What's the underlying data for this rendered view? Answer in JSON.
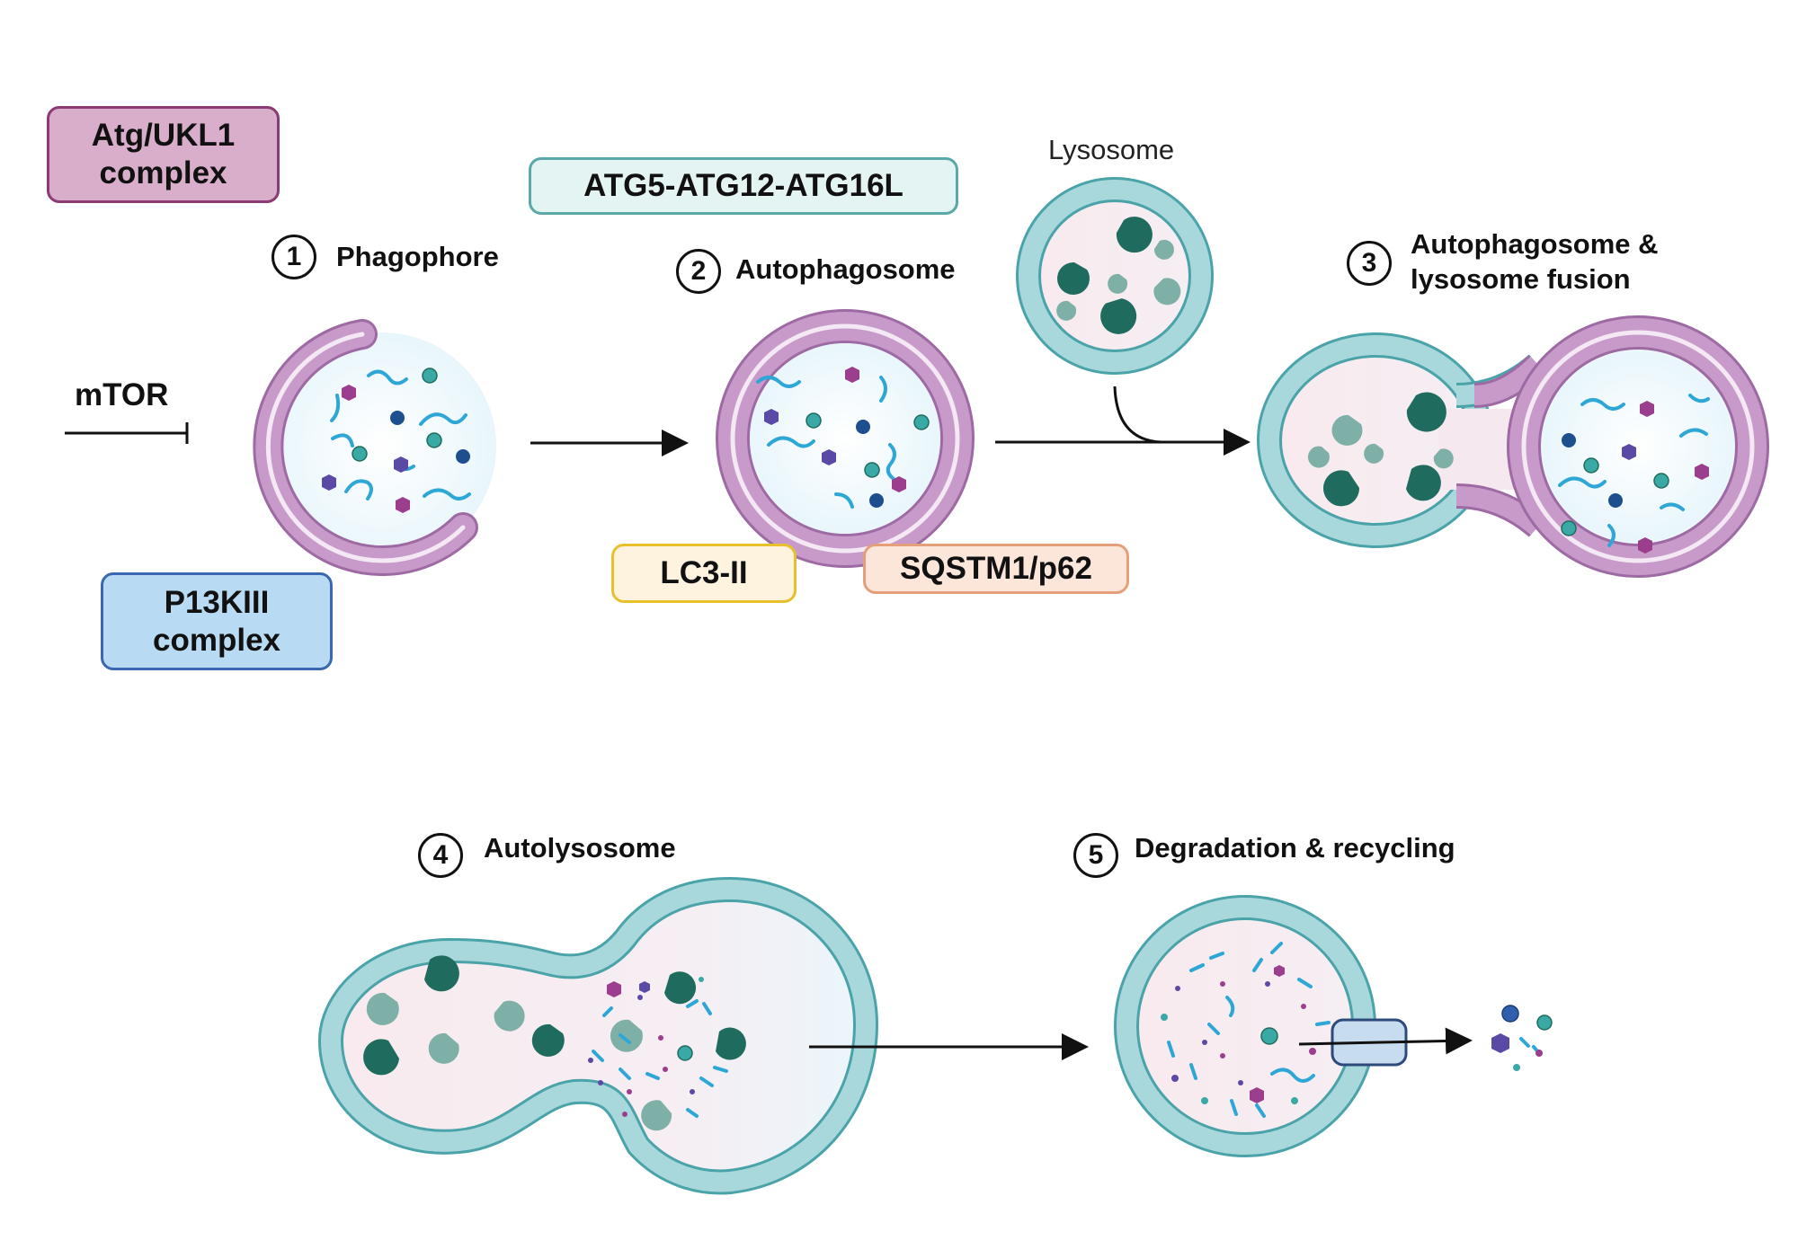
{
  "complexes": {
    "atg_ukl1": "Atg/UKL1\ncomplex",
    "atg5_atg12_atg16l": "ATG5-ATG12-ATG16L",
    "pi3kiii": "P13KIII\ncomplex",
    "lc3_ii": "LC3-II",
    "sqstm1_p62": "SQSTM1/p62"
  },
  "inhibitor": {
    "label": "mTOR"
  },
  "lysosome": {
    "label": "Lysosome"
  },
  "steps": [
    {
      "number": "1",
      "label": "Phagophore"
    },
    {
      "number": "2",
      "label": "Autophagosome"
    },
    {
      "number": "3",
      "label": "Autophagosome &\nlysosome fusion"
    },
    {
      "number": "4",
      "label": "Autolysosome"
    },
    {
      "number": "5",
      "label": "Degradation & recycling"
    }
  ],
  "colors": {
    "membrane_purple": "#c79ac9",
    "membrane_purple_dark": "#9d6aa3",
    "lysosome_teal": "#a8d8dc",
    "lysosome_teal_dark": "#4aa3a8",
    "enzyme_dark": "#1f6b5e",
    "enzyme_light": "#7fb0a8",
    "cargo_fill": "#eef8fc",
    "lysosome_fill": "#f8eef1",
    "strand": "#2fa7d6",
    "box_purple_fill": "#d9aecb",
    "box_purple_border": "#8c3a74",
    "box_teal_fill": "#e3f4f3",
    "box_teal_border": "#5aa9a8",
    "box_blue_fill": "#b9daf3",
    "box_blue_border": "#3b67b0",
    "box_yellow_fill": "#fdf3de",
    "box_yellow_border": "#e8c02e",
    "box_orange_fill": "#fbe6d9",
    "box_orange_border": "#e3a07a"
  }
}
